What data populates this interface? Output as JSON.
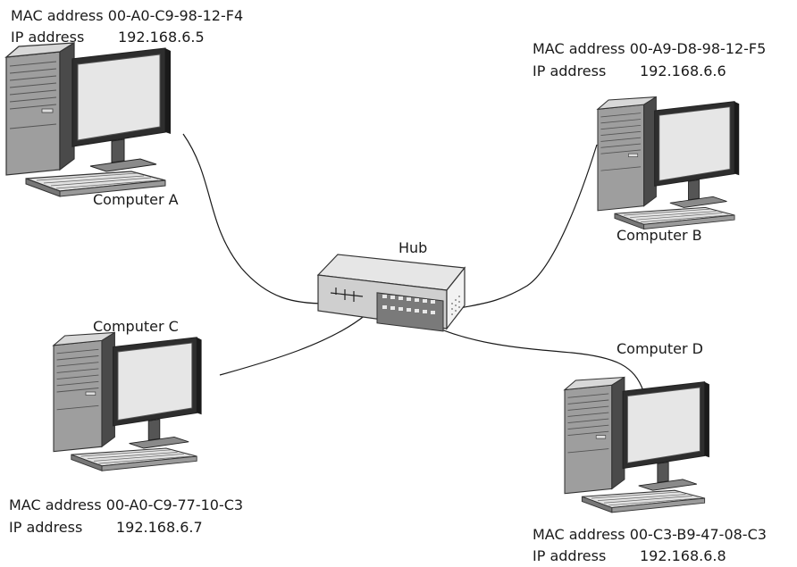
{
  "hub": {
    "label": "Hub"
  },
  "computers": [
    {
      "name": "Computer A",
      "mac_label": "MAC address",
      "mac": "00-A0-C9-98-12-F4",
      "ip_label": "IP address",
      "ip": "192.168.6.5"
    },
    {
      "name": "Computer B",
      "mac_label": "MAC address",
      "mac": "00-A9-D8-98-12-F5",
      "ip_label": "IP address",
      "ip": "192.168.6.6"
    },
    {
      "name": "Computer C",
      "mac_label": "MAC address",
      "mac": "00-A0-C9-77-10-C3",
      "ip_label": "IP address",
      "ip": "192.168.6.7"
    },
    {
      "name": "Computer D",
      "mac_label": "MAC address",
      "mac": "00-C3-B9-47-08-C3",
      "ip_label": "IP address",
      "ip": "192.168.6.8"
    }
  ]
}
